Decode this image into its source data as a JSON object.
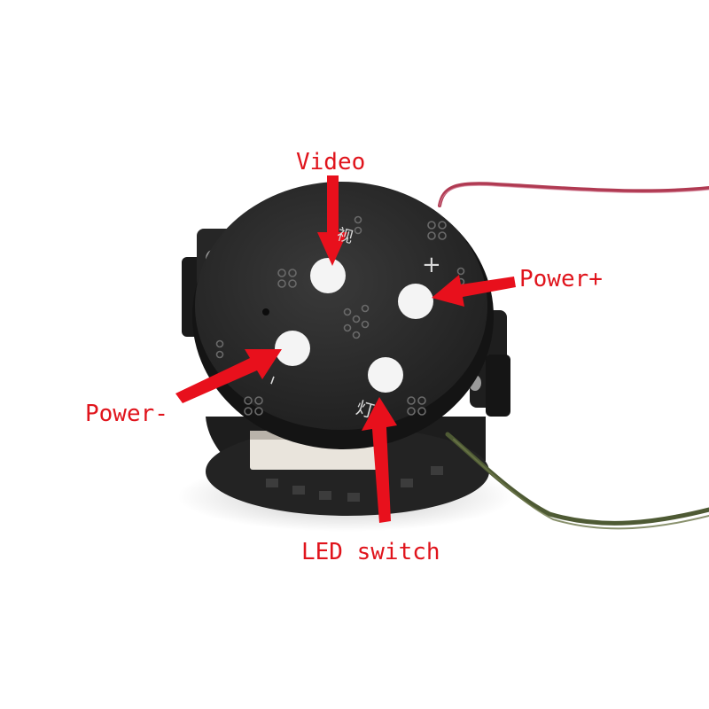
{
  "labels": {
    "video": "Video",
    "power_plus": "Power+",
    "power_minus": "Power-",
    "led_switch": "LED switch"
  },
  "silkscreen": {
    "plus": "+",
    "minus": "–",
    "video_char": "视",
    "led_char": "灯"
  },
  "colors": {
    "label": "#e0141c",
    "arrow": "#e8101c",
    "board": "#2b2b2b",
    "pad": "#f4f4f4",
    "wire_red": "#b03a52",
    "wire_green": "#4e5a34"
  }
}
